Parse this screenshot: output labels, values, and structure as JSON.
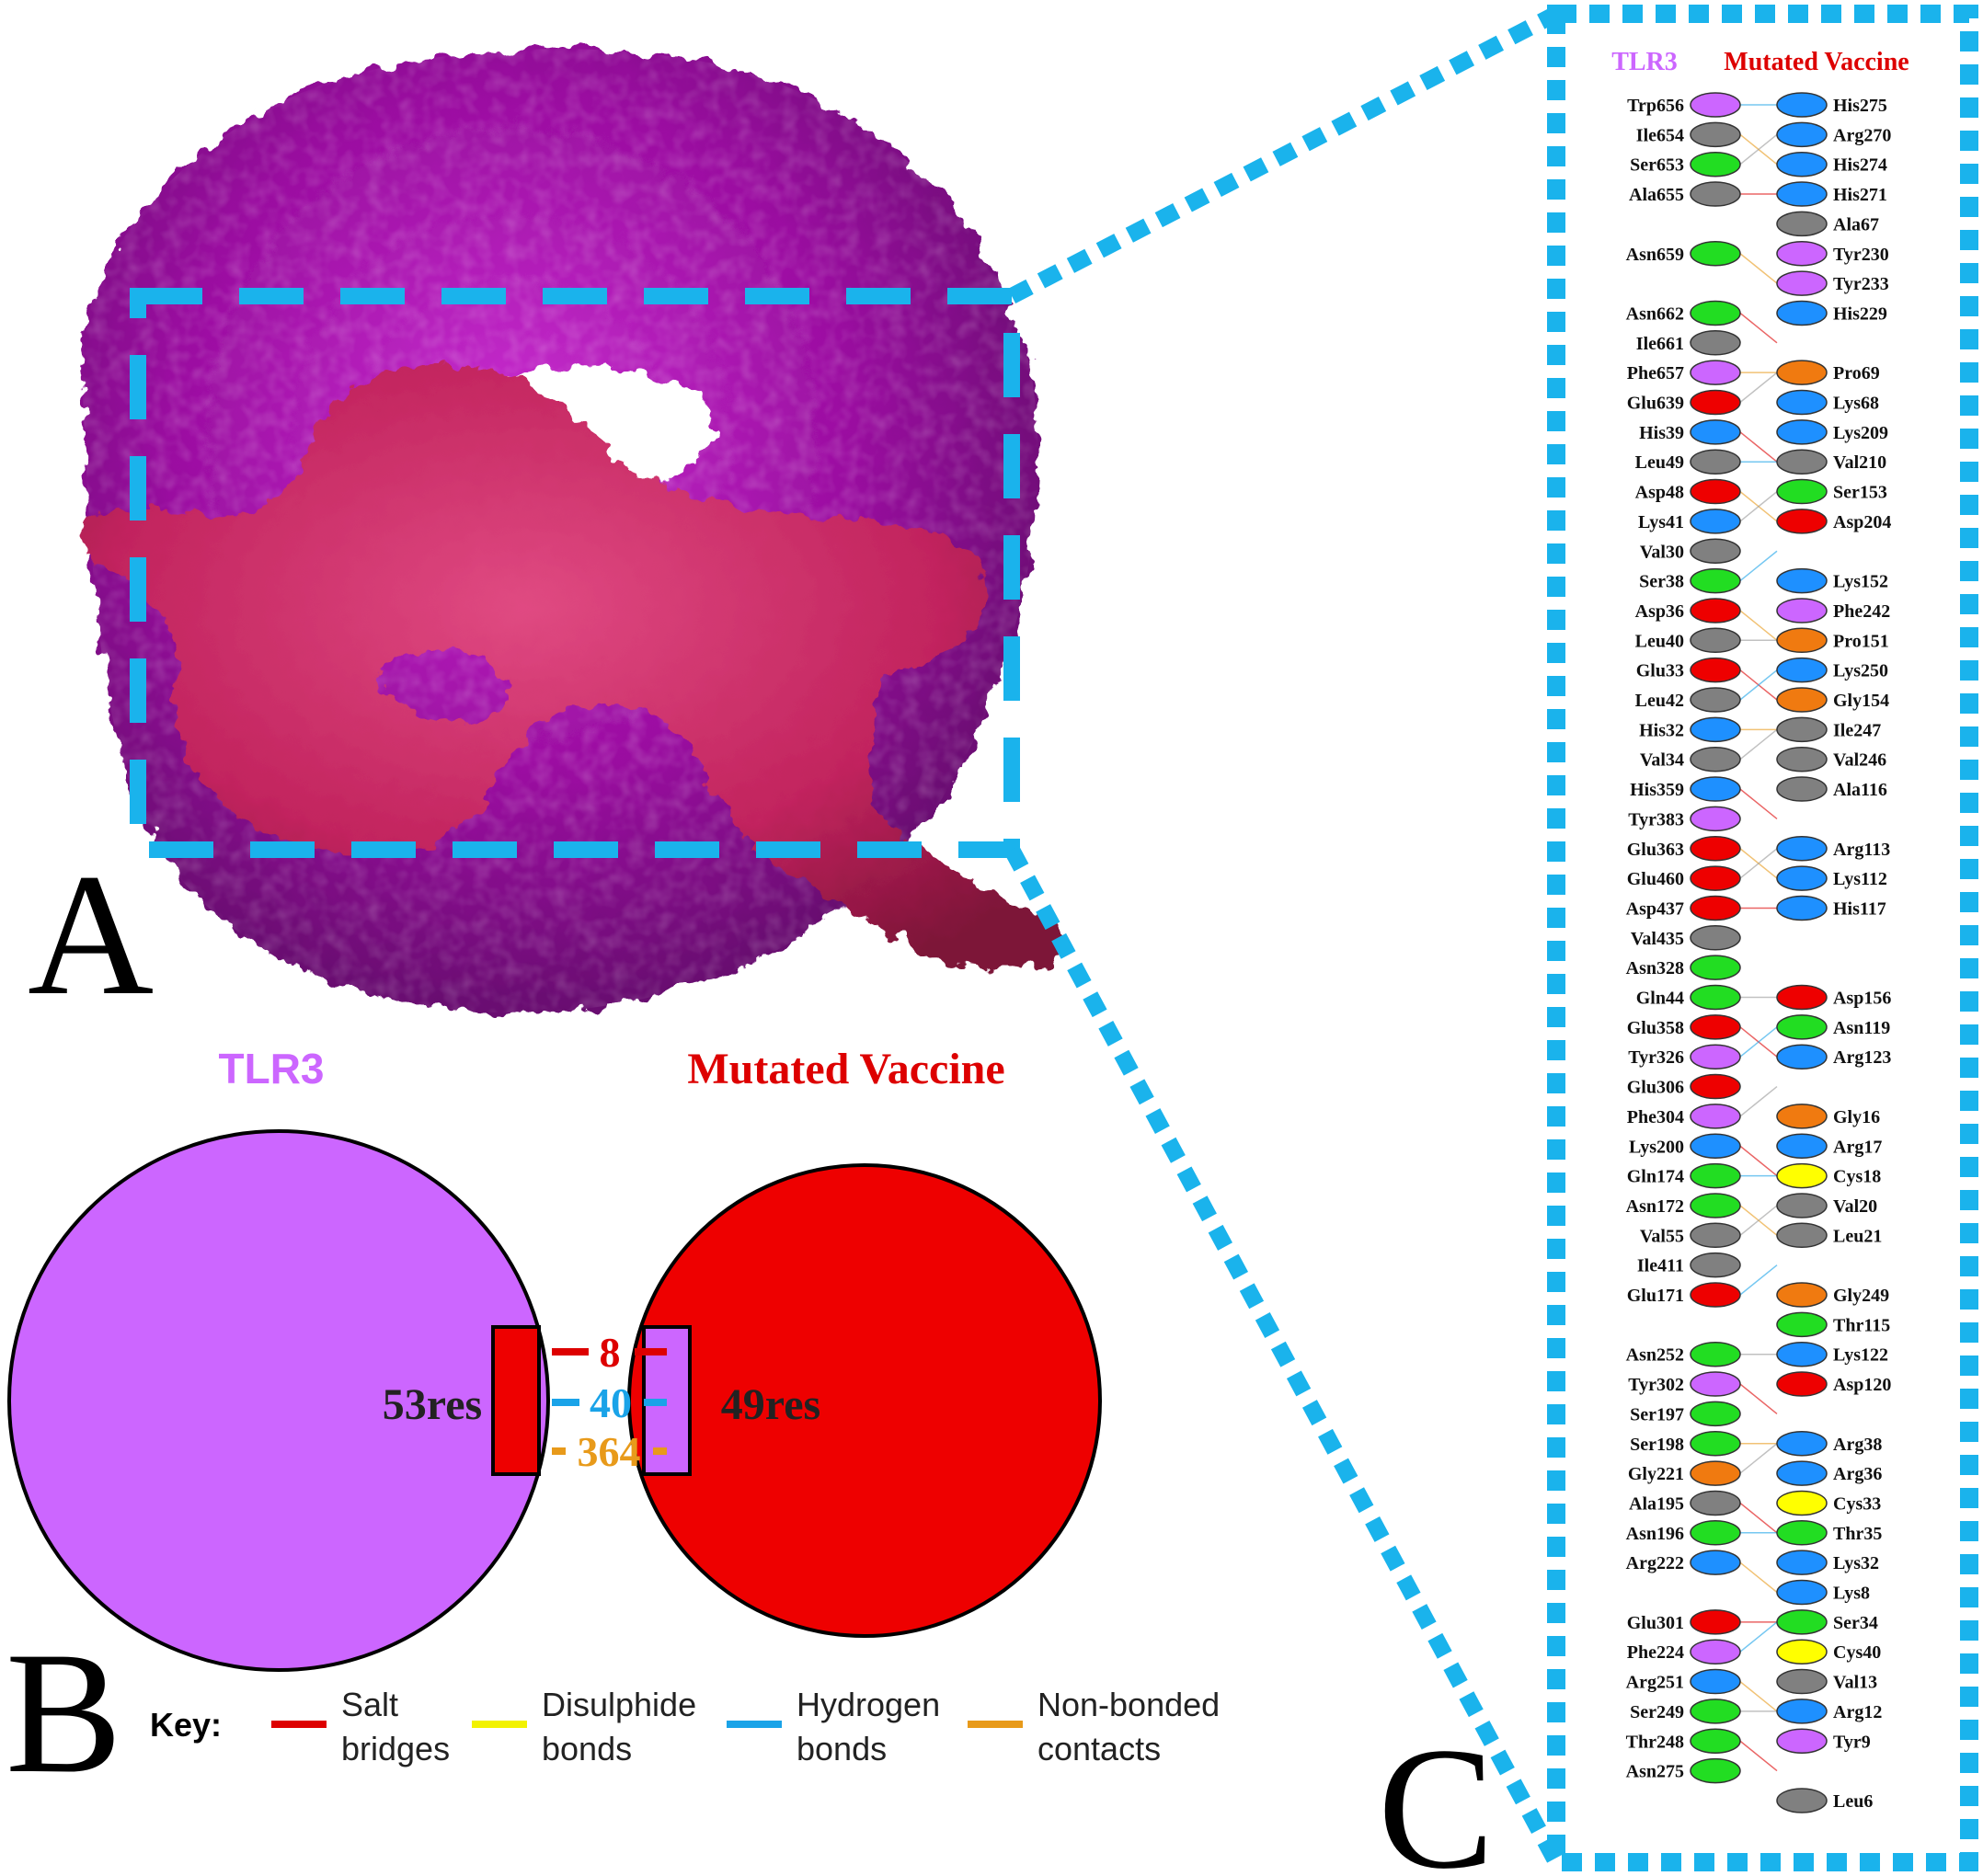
{
  "colors": {
    "tlr3_surface": "#9a0ea0",
    "vaccine_surface": "#c2245e",
    "dash_blue": "#1ab3ec",
    "tlr3_label": "#cc66ff",
    "vaccine_label": "#dd0000",
    "salt_bridge": "#dd0000",
    "disulphide": "#f2f200",
    "hydrogen": "#1aa3e8",
    "nonbonded": "#e89a1a",
    "res_purple": "#cc66ff",
    "res_blue": "#1e90ff",
    "res_green": "#22dd22",
    "res_gray": "#808080",
    "res_red": "#ee0000",
    "res_orange": "#f07a10",
    "res_yellow": "#ffff00"
  },
  "panel_a": {
    "label": "A"
  },
  "panel_b": {
    "label": "B",
    "left_title": "TLR3",
    "right_title": "Mutated Vaccine",
    "left_count": "53res",
    "right_count": "49res",
    "salt_bridges_count": "8",
    "hydrogen_bonds_count": "40",
    "nonbonded_count": "364",
    "key_label": "Key:",
    "key": [
      {
        "line1": "Salt",
        "line2": "bridges",
        "color": "#dd0000"
      },
      {
        "line1": "Disulphide",
        "line2": "bonds",
        "color": "#f2f200"
      },
      {
        "line1": "Hydrogen",
        "line2": "bonds",
        "color": "#1aa3e8"
      },
      {
        "line1": "Non-bonded",
        "line2": "contacts",
        "color": "#e89a1a"
      }
    ]
  },
  "panel_c": {
    "label": "C",
    "header_left": "TLR3",
    "header_right": "Mutated Vaccine",
    "rows": [
      {
        "l": "Trp656",
        "lc": "purple",
        "r": "His275",
        "rc": "blue"
      },
      {
        "l": "Ile654",
        "lc": "gray",
        "r": "Arg270",
        "rc": "blue"
      },
      {
        "l": "Ser653",
        "lc": "green",
        "r": "His274",
        "rc": "blue"
      },
      {
        "l": "Ala655",
        "lc": "gray",
        "r": "His271",
        "rc": "blue"
      },
      {
        "l": "",
        "lc": "",
        "r": "Ala67",
        "rc": "gray"
      },
      {
        "l": "Asn659",
        "lc": "green",
        "r": "Tyr230",
        "rc": "purple"
      },
      {
        "l": "",
        "lc": "",
        "r": "Tyr233",
        "rc": "purple"
      },
      {
        "l": "Asn662",
        "lc": "green",
        "r": "His229",
        "rc": "blue"
      },
      {
        "l": "Ile661",
        "lc": "gray",
        "r": "",
        "rc": ""
      },
      {
        "l": "Phe657",
        "lc": "purple",
        "r": "Pro69",
        "rc": "orange"
      },
      {
        "l": "Glu639",
        "lc": "red",
        "r": "Lys68",
        "rc": "blue"
      },
      {
        "l": "His39",
        "lc": "blue",
        "r": "Lys209",
        "rc": "blue"
      },
      {
        "l": "Leu49",
        "lc": "gray",
        "r": "Val210",
        "rc": "gray"
      },
      {
        "l": "Asp48",
        "lc": "red",
        "r": "Ser153",
        "rc": "green"
      },
      {
        "l": "Lys41",
        "lc": "blue",
        "r": "Asp204",
        "rc": "red"
      },
      {
        "l": "Val30",
        "lc": "gray",
        "r": "",
        "rc": ""
      },
      {
        "l": "Ser38",
        "lc": "green",
        "r": "Lys152",
        "rc": "blue"
      },
      {
        "l": "Asp36",
        "lc": "red",
        "r": "Phe242",
        "rc": "purple"
      },
      {
        "l": "Leu40",
        "lc": "gray",
        "r": "Pro151",
        "rc": "orange"
      },
      {
        "l": "Glu33",
        "lc": "red",
        "r": "Lys250",
        "rc": "blue"
      },
      {
        "l": "Leu42",
        "lc": "gray",
        "r": "Gly154",
        "rc": "orange"
      },
      {
        "l": "His32",
        "lc": "blue",
        "r": "Ile247",
        "rc": "gray"
      },
      {
        "l": "Val34",
        "lc": "gray",
        "r": "Val246",
        "rc": "gray"
      },
      {
        "l": "His359",
        "lc": "blue",
        "r": "Ala116",
        "rc": "gray"
      },
      {
        "l": "Tyr383",
        "lc": "purple",
        "r": "",
        "rc": ""
      },
      {
        "l": "Glu363",
        "lc": "red",
        "r": "Arg113",
        "rc": "blue"
      },
      {
        "l": "Glu460",
        "lc": "red",
        "r": "Lys112",
        "rc": "blue"
      },
      {
        "l": "Asp437",
        "lc": "red",
        "r": "His117",
        "rc": "blue"
      },
      {
        "l": "Val435",
        "lc": "gray",
        "r": "",
        "rc": ""
      },
      {
        "l": "Asn328",
        "lc": "green",
        "r": "",
        "rc": ""
      },
      {
        "l": "Gln44",
        "lc": "green",
        "r": "Asp156",
        "rc": "red"
      },
      {
        "l": "Glu358",
        "lc": "red",
        "r": "Asn119",
        "rc": "green"
      },
      {
        "l": "Tyr326",
        "lc": "purple",
        "r": "Arg123",
        "rc": "blue"
      },
      {
        "l": "Glu306",
        "lc": "red",
        "r": "",
        "rc": ""
      },
      {
        "l": "Phe304",
        "lc": "purple",
        "r": "Gly16",
        "rc": "orange"
      },
      {
        "l": "Lys200",
        "lc": "blue",
        "r": "Arg17",
        "rc": "blue"
      },
      {
        "l": "Gln174",
        "lc": "green",
        "r": "Cys18",
        "rc": "yellow"
      },
      {
        "l": "Asn172",
        "lc": "green",
        "r": "Val20",
        "rc": "gray"
      },
      {
        "l": "Val55",
        "lc": "gray",
        "r": "Leu21",
        "rc": "gray"
      },
      {
        "l": "Ile411",
        "lc": "gray",
        "r": "",
        "rc": ""
      },
      {
        "l": "Glu171",
        "lc": "red",
        "r": "Gly249",
        "rc": "orange"
      },
      {
        "l": "",
        "lc": "",
        "r": "Thr115",
        "rc": "green"
      },
      {
        "l": "Asn252",
        "lc": "green",
        "r": "Lys122",
        "rc": "blue"
      },
      {
        "l": "Tyr302",
        "lc": "purple",
        "r": "Asp120",
        "rc": "red"
      },
      {
        "l": "Ser197",
        "lc": "green",
        "r": "",
        "rc": ""
      },
      {
        "l": "Ser198",
        "lc": "green",
        "r": "Arg38",
        "rc": "blue"
      },
      {
        "l": "Gly221",
        "lc": "orange",
        "r": "Arg36",
        "rc": "blue"
      },
      {
        "l": "Ala195",
        "lc": "gray",
        "r": "Cys33",
        "rc": "yellow"
      },
      {
        "l": "Asn196",
        "lc": "green",
        "r": "Thr35",
        "rc": "green"
      },
      {
        "l": "Arg222",
        "lc": "blue",
        "r": "Lys32",
        "rc": "blue"
      },
      {
        "l": "",
        "lc": "",
        "r": "Lys8",
        "rc": "blue"
      },
      {
        "l": "Glu301",
        "lc": "red",
        "r": "Ser34",
        "rc": "green"
      },
      {
        "l": "Phe224",
        "lc": "purple",
        "r": "Cys40",
        "rc": "yellow"
      },
      {
        "l": "Arg251",
        "lc": "blue",
        "r": "Val13",
        "rc": "gray"
      },
      {
        "l": "Ser249",
        "lc": "green",
        "r": "Arg12",
        "rc": "blue"
      },
      {
        "l": "Thr248",
        "lc": "green",
        "r": "Tyr9",
        "rc": "purple"
      },
      {
        "l": "Asn275",
        "lc": "green",
        "r": "",
        "rc": ""
      },
      {
        "l": "",
        "lc": "",
        "r": "Leu6",
        "rc": "gray"
      }
    ]
  }
}
